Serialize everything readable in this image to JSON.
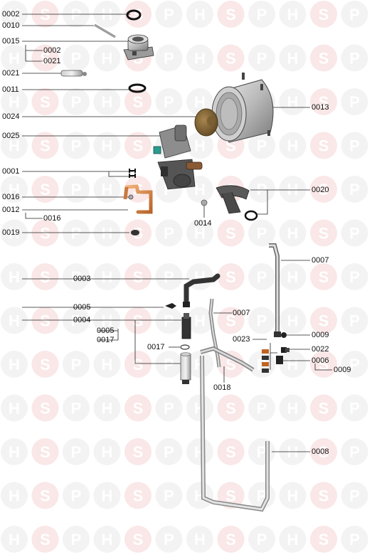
{
  "watermark": {
    "letters": [
      "H",
      "S",
      "P"
    ],
    "circle_color": "#f3f3f3",
    "letter_color": "#ffffff",
    "accent_circle_color": "#fae7e7"
  },
  "callouts": {
    "c0002a": "0002",
    "c0010": "0010",
    "c0015": "0015",
    "c0002b": "0002",
    "c0021a": "0021",
    "c0021b": "0021",
    "c0011": "0011",
    "c0024": "0024",
    "c0013": "0013",
    "c0025": "0025",
    "c0001": "0001",
    "c0016a": "0016",
    "c0012": "0012",
    "c0016b": "0016",
    "c0019": "0019",
    "c0014": "0014",
    "c0020": "0020",
    "c0007a": "0007",
    "c0003": "0003",
    "c0005a": "0005",
    "c0007b": "0007",
    "c0004": "0004",
    "c0005b": "0005",
    "c0017a": "0017",
    "c0017b": "0017",
    "c0023": "0023",
    "c0009a": "0009",
    "c0022": "0022",
    "c0006": "0006",
    "c0009b": "0009",
    "c0018": "0018",
    "c0008": "0008"
  }
}
